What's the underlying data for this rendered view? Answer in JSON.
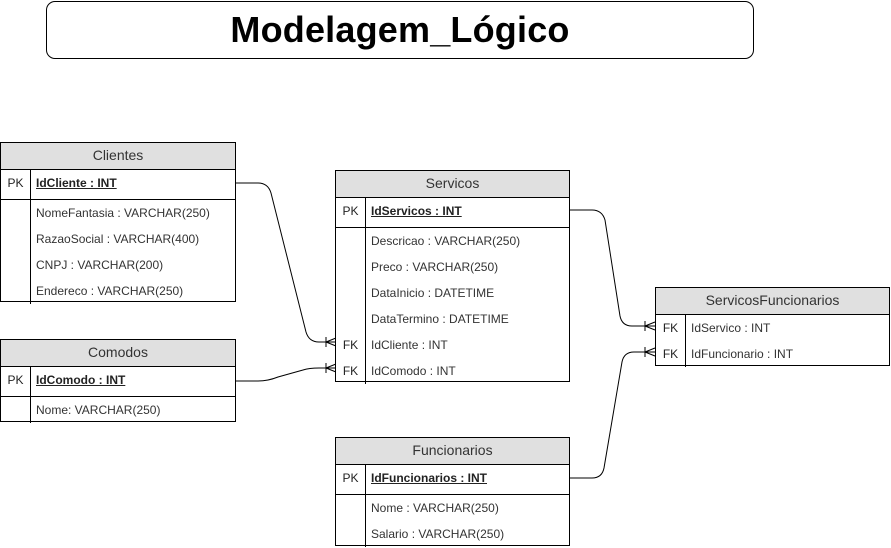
{
  "title": "Modelagem_Lógico",
  "entities": {
    "clientes": {
      "name": "Clientes",
      "pk_label": "PK",
      "pk_field": "IdCliente : INT",
      "attributes": [
        "NomeFantasia : VARCHAR(250)",
        "RazaoSocial : VARCHAR(400)",
        "CNPJ : VARCHAR(200)",
        "Endereco : VARCHAR(250)"
      ]
    },
    "comodos": {
      "name": "Comodos",
      "pk_label": "PK",
      "pk_field": "IdComodo : INT",
      "attributes": [
        "Nome: VARCHAR(250)"
      ]
    },
    "servicos": {
      "name": "Servicos",
      "pk_label": "PK",
      "pk_field": "IdServicos : INT",
      "attributes": [
        "Descricao : VARCHAR(250)",
        "Preco : VARCHAR(250)",
        "DataInicio : DATETIME",
        "DataTermino : DATETIME"
      ],
      "fk_label": "FK",
      "fk_fields": [
        "IdCliente : INT",
        "IdComodo : INT"
      ]
    },
    "funcionarios": {
      "name": "Funcionarios",
      "pk_label": "PK",
      "pk_field": "IdFuncionarios : INT",
      "attributes": [
        "Nome : VARCHAR(250)",
        "Salario : VARCHAR(250)"
      ]
    },
    "servicos_funcionarios": {
      "name": "ServicosFuncionarios",
      "fk_label": "FK",
      "fk_fields": [
        "IdServico : INT",
        "IdFuncionario : INT"
      ]
    }
  }
}
